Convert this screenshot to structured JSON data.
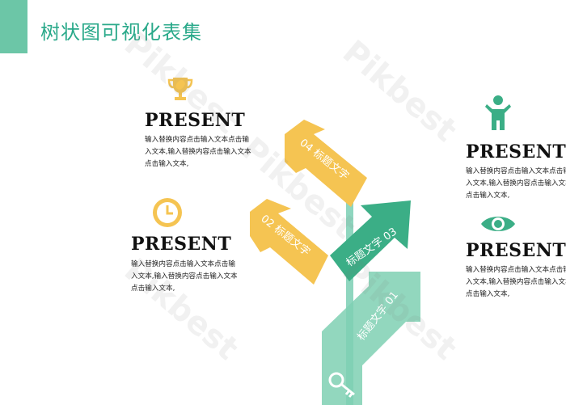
{
  "page": {
    "title": "树状图可视化表集"
  },
  "items": [
    {
      "heading": "PRESENT",
      "text": "输入替换内容点击输入文本点击输入文本,输入替换内容点击输入文本点击输入文本,",
      "icon": "trophy-icon"
    },
    {
      "heading": "PRESENT",
      "text": "输入替换内容点击输入文本点击输入文本,输入替换内容点击输入文本点击输入文本,",
      "icon": "clock-icon"
    },
    {
      "heading": "PRESENT",
      "text": "输入替换内容点击输入文本点击输入文本,输入替换内容点击输入文本点击输入文本,",
      "icon": "person-icon"
    },
    {
      "heading": "PRESENT",
      "text": "输入替换内容点击输入文本点击输入文本,输入替换内容点击输入文本点击输入文本,",
      "icon": "eye-icon"
    }
  ],
  "arrows": [
    {
      "label": "04 标题文字",
      "color": "#f5c452"
    },
    {
      "label": "02 标题文字",
      "color": "#f5c452"
    },
    {
      "label": "标题文字 03",
      "color": "#3bae86"
    },
    {
      "label": "标题文字 01",
      "color": "#7fd0b3"
    }
  ],
  "watermark": "Pikbest",
  "colors": {
    "accent": "#2aa98a",
    "yellow": "#f5c452",
    "green": "#3bae86",
    "lightgreen": "#7fd0b3"
  }
}
